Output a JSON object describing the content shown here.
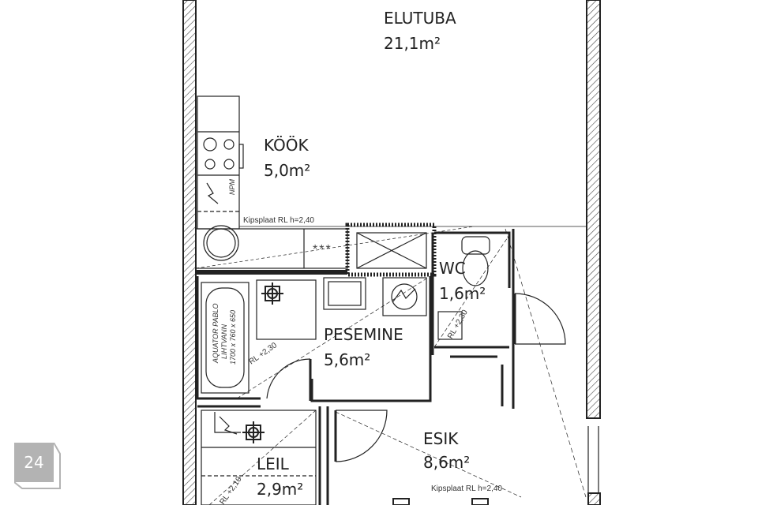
{
  "rooms": {
    "elutuba": {
      "name": "ELUTUBA",
      "area": "21,1m²"
    },
    "kook": {
      "name": "KÖÖK",
      "area": "5,0m²"
    },
    "wc": {
      "name": "WC",
      "area": "1,6m²"
    },
    "pesemine": {
      "name": "PESEMINE",
      "area": "5,6m²"
    },
    "leil": {
      "name": "LEIL",
      "area": "2,9m²"
    },
    "esik": {
      "name": "ESIK",
      "area": "8,6m²"
    }
  },
  "annotations": {
    "kipsplaat_kitchen": "Kipsplaat RL h=2,40",
    "kipsplaat_esik": "Kipsplaat RL h=2,40",
    "rl_pesemine": "RL +2,30",
    "rl_wc": "RL +2,30",
    "rl_leil": "RL +2,10",
    "npm": "NPM",
    "asterisks": "***",
    "bathtub_line1": "AQUATOR PABLO",
    "bathtub_line2": "LIHTVANN",
    "bathtub_line3": "1700 x 760 x 650"
  },
  "badge": {
    "page_number": "24"
  }
}
